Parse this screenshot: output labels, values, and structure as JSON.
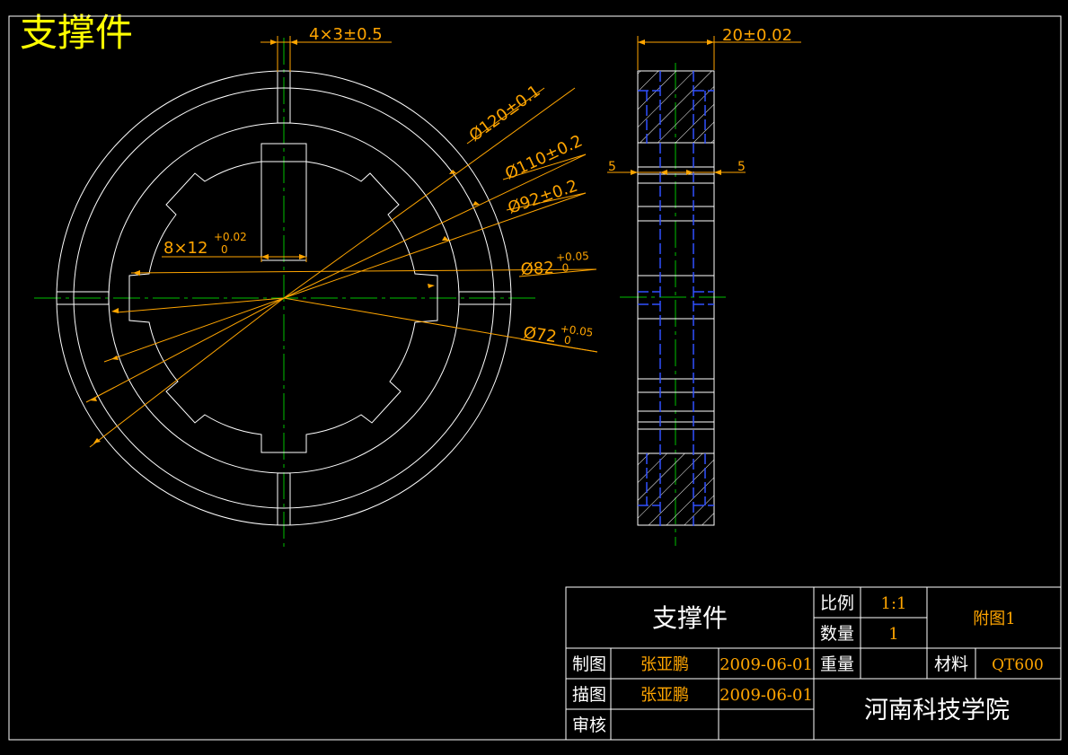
{
  "drawing": {
    "title": "支撑件",
    "dimensions": {
      "keyway": "4×3±0.5",
      "thickness": "20±0.02",
      "d120": "Ø120±0.1",
      "d110": "Ø110±0.2",
      "d92": "Ø92±0.2",
      "d82_base": "Ø82",
      "d82_tol_upper": "+0.05",
      "d82_tol_lower": "0",
      "d72_base": "Ø72",
      "d72_tol_upper": "+0.05",
      "d72_tol_lower": "0",
      "slot_base": "8×12",
      "slot_tol_upper": "+0.02",
      "slot_tol_lower": "0",
      "side_left": "5",
      "side_right": "5"
    }
  },
  "title_block": {
    "part_name": "支撑件",
    "scale_label": "比例",
    "scale_value": "1:1",
    "quantity_label": "数量",
    "quantity_value": "1",
    "sheet_ref": "附图1",
    "drawn_label": "制图",
    "drawn_by": "张亚鹏",
    "drawn_date": "2009-06-01",
    "weight_label": "重量",
    "material_label": "材料",
    "material_value": "QT600",
    "traced_label": "描图",
    "traced_by": "张亚鹏",
    "traced_date": "2009-06-01",
    "checked_label": "审核",
    "institution": "河南科技学院"
  },
  "colors": {
    "background": "#000000",
    "outline": "#ffffff",
    "dimension": "#ffa500",
    "centerline": "#00c000",
    "hidden": "#3050ff",
    "title": "#ffff00"
  }
}
